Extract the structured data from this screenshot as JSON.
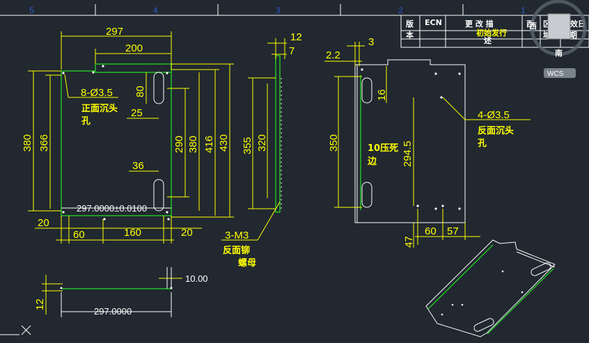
{
  "zones": [
    "5",
    "4",
    "3",
    "2",
    "1"
  ],
  "title_block": {
    "row1": [
      "版",
      "ECN",
      "更 改 描",
      "西",
      "区",
      "生效日"
    ],
    "row2": [
      "本",
      "初始发行",
      "述",
      "域",
      "期"
    ]
  },
  "viewcube": {
    "west": "西",
    "south": "南",
    "wcs": "WCS"
  },
  "front_view": {
    "dims": {
      "top_width": "297",
      "top_notch": "200",
      "height_outer": "380",
      "height_inner": "366",
      "slot_80": "80",
      "slot_25": "25",
      "slot_36": "36",
      "right_290": "290",
      "right_380": "380",
      "right_416": "416",
      "right_430": "430",
      "bottom_20_left": "20",
      "bottom_60": "60",
      "bottom_160": "160",
      "bottom_20_right": "20",
      "bottom_tol": "297.0000±0.0100"
    },
    "note_hole": {
      "line1": "8-Ø3.5",
      "line2": "正面沉头",
      "line3": "孔"
    }
  },
  "side_view": {
    "dims": {
      "d12": "12",
      "d7": "7",
      "h355": "355",
      "h320": "320"
    },
    "note_m3": {
      "line1": "3-M3",
      "line2": "反面铆",
      "line3": "螺母"
    }
  },
  "back_view": {
    "dims": {
      "d22": "2.2",
      "d3": "3",
      "d16": "16",
      "h350": "350",
      "h2945": "294.5",
      "d60": "60",
      "d57": "57",
      "d47": "47"
    },
    "note_hole": {
      "line1": "4-Ø3.5",
      "line2": "反面沉头",
      "line3": "孔"
    },
    "note_edge": {
      "line1": "10压死",
      "line2": "边"
    }
  },
  "bottom_view": {
    "dims": {
      "d1000": "10.00",
      "d12": "12",
      "d2970": "297.0000"
    }
  }
}
